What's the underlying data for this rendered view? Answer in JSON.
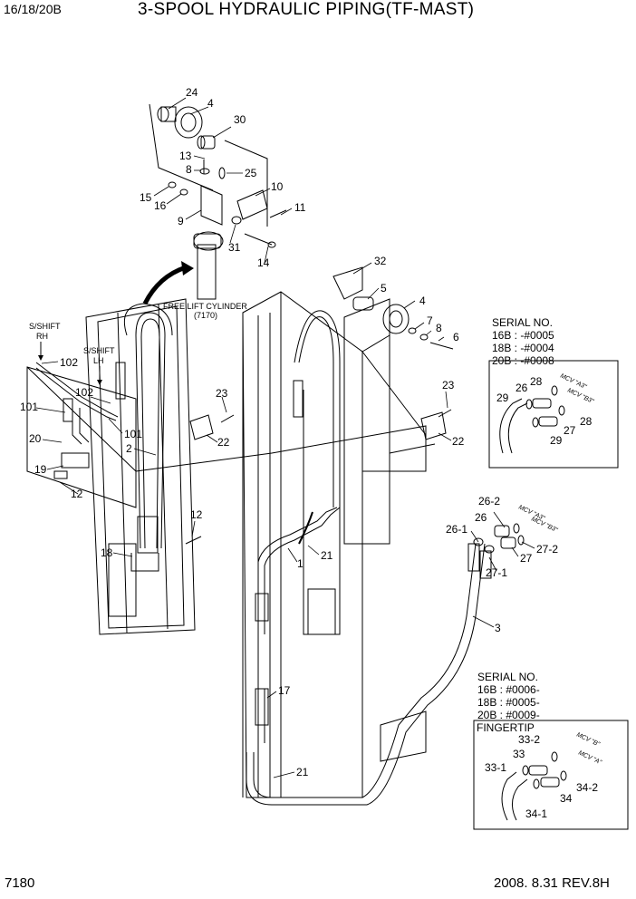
{
  "header": {
    "model": "16/18/20B",
    "title": "3-SPOOL HYDRAULIC PIPING(TF-MAST)"
  },
  "footer": {
    "page_number": "7180",
    "date_revision": "2008. 8.31  REV.8H"
  },
  "diagram": {
    "free_lift": [
      "FREE LIFT CYLINDER",
      "(7170)"
    ],
    "sshift_rh": [
      "S/SHIFT",
      "RH"
    ],
    "sshift_lh": [
      "S/SHIFT",
      "LH"
    ],
    "serial_box_1": {
      "title": "SERIAL NO.",
      "lines": [
        "16B : -#0005",
        "18B : -#0004",
        "20B : -#0008"
      ],
      "mcv_labels": [
        "MCV \"A3\"",
        "MCV \"B3\""
      ]
    },
    "serial_block_2": {
      "title": "SERIAL NO.",
      "lines": [
        "16B : #0006-",
        "18B : #0005-",
        "20B : #0009-"
      ]
    },
    "fingertip": {
      "title": "FINGERTIP",
      "mcv_labels": [
        "MCV \"B\"",
        "MCV \"A\""
      ]
    },
    "mid_mcv_labels": [
      "MCV \"A3\"",
      "MCV \"B3\""
    ],
    "callouts": {
      "c24": "24",
      "c4a": "4",
      "c30": "30",
      "c13": "13",
      "c8a": "8",
      "c25": "25",
      "c15": "15",
      "c16": "16",
      "c10": "10",
      "c11": "11",
      "c9": "9",
      "c31": "31",
      "c14": "14",
      "c32": "32",
      "c5": "5",
      "c4b": "4",
      "c7": "7",
      "c8b": "8",
      "c6": "6",
      "c102a": "102",
      "c102b": "102",
      "c101a": "101",
      "c101b": "101",
      "c23a": "23",
      "c22a": "22",
      "c20": "20",
      "c2": "2",
      "c19": "19",
      "c12a": "12",
      "c12b": "12",
      "c18": "18",
      "c23b": "23",
      "c22b": "22",
      "c21a": "21",
      "c1": "1",
      "c17": "17",
      "c21b": "21",
      "c3": "3",
      "c29a": "29",
      "c26a": "26",
      "c28a": "28",
      "c28b": "28",
      "c27a": "27",
      "c29b": "29",
      "c26_2": "26-2",
      "c26b": "26",
      "c26_1": "26-1",
      "c27_2": "27-2",
      "c27b": "27",
      "c27_1": "27-1",
      "c33_2": "33-2",
      "c33": "33",
      "c33_1": "33-1",
      "c34_2": "34-2",
      "c34": "34",
      "c34_1": "34-1"
    }
  }
}
